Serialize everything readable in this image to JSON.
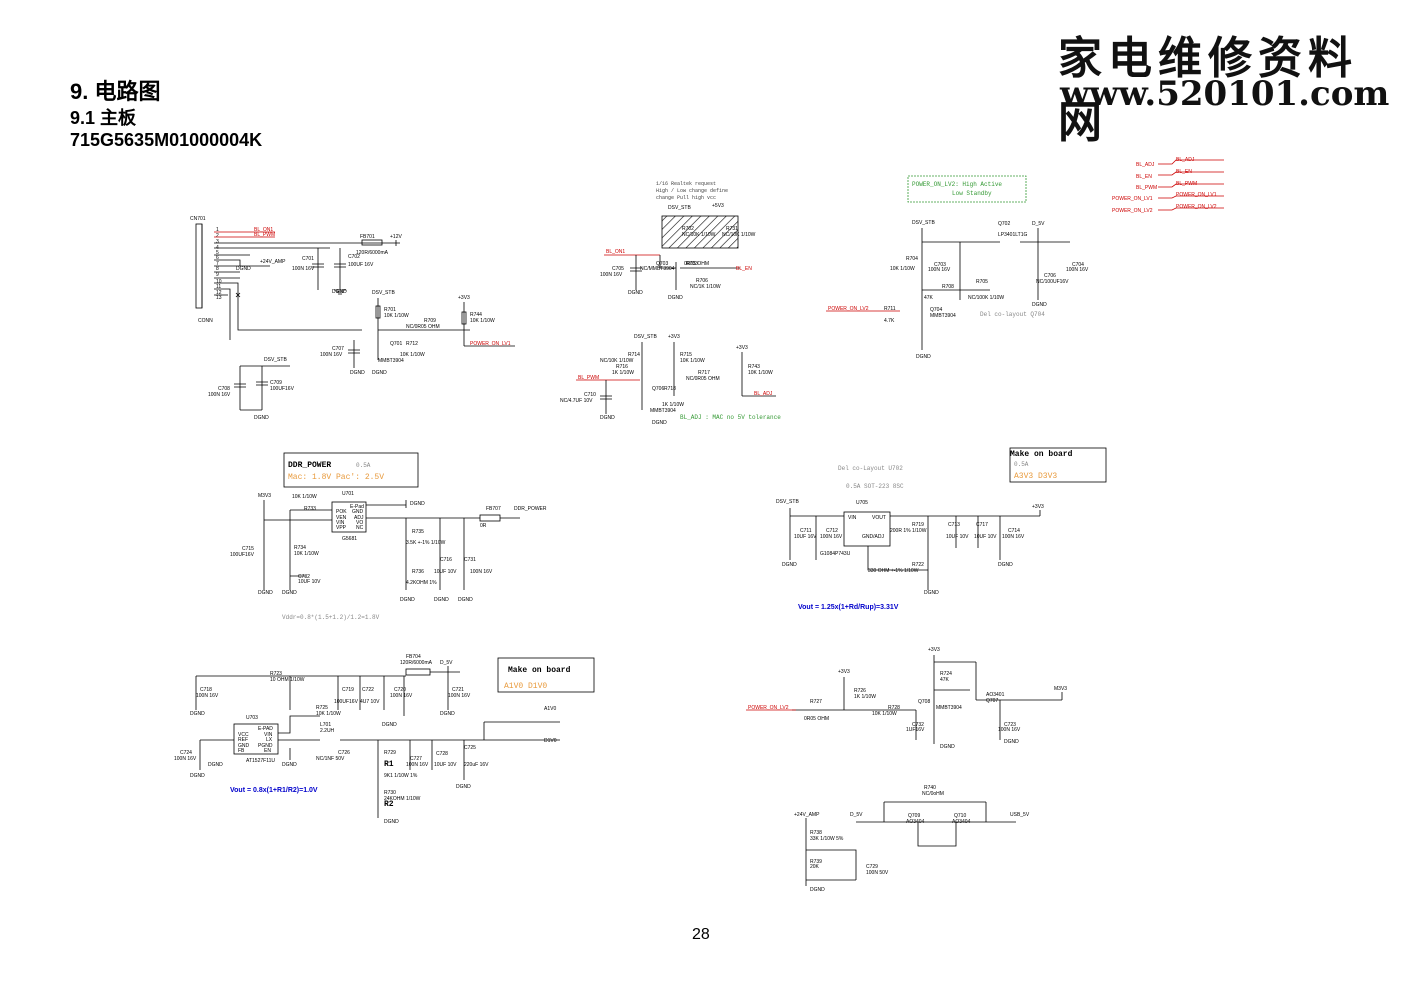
{
  "header": {
    "section": "9.  电路图",
    "subsection": "9.1  主板",
    "board_id": "715G5635M01000004K"
  },
  "watermark": {
    "chinese": "家电维修资料网",
    "url": "www.520101.com"
  },
  "page_number": "28",
  "connector": {
    "ref": "CN701",
    "type": "CONN",
    "pins": [
      "1",
      "2",
      "3",
      "4",
      "5",
      "6",
      "7",
      "8",
      "9",
      "10",
      "11",
      "12",
      "13"
    ],
    "bl_on": "BL_ON1",
    "bl_pwm": "BL_PWM"
  },
  "power_input": {
    "fb": "FB701",
    "fb_val": "120R/6000mA",
    "rail": "+12V",
    "amp": "+24V_AMP",
    "c701": "C701",
    "c701_val": "100N 16V",
    "c702": "C702",
    "c702_val": "100UF 16V",
    "gnd": "DGND"
  },
  "bl_on_ctrl": {
    "dsv": "DSV_STB",
    "r701": "R701",
    "r701_val": "10K 1/10W",
    "r709": "R709",
    "r709_val": "NC/0R05 OHM",
    "r744": "R744",
    "r744_val": "10K 1/10W",
    "v3": "+3V3",
    "c707": "C707",
    "c707_val": "100N 16V",
    "q701": "Q701",
    "q701_val": "MMBT3904",
    "r712": "R712",
    "r712_val": "10K 1/10W",
    "out": "POWER_ON_LV1"
  },
  "stb_caps": {
    "dsv": "DSV_STB",
    "c708": "C708",
    "c708_val": "100N 16V",
    "c709": "C709",
    "c709_val": "100UF16V"
  },
  "bl_en_ctrl": {
    "note1": "1/16 Realtek request",
    "note2": "High / Low change define",
    "note3": "change Pull high vcc",
    "dsv": "DSV_STB",
    "v5": "+5V3",
    "r702": "R702",
    "r702_val": "NC/10K 1/10W",
    "r731": "R731",
    "r731_val": "NC/10K 1/10W",
    "in": "BL_ON1",
    "c705": "C705",
    "c705_val": "100N 16V",
    "q703": "Q703",
    "q703_val": "NC/MMBT3904",
    "r703": "R703",
    "r703_val": "0R05 OHM",
    "r706": "R706",
    "r706_val": "NC/1K 1/10W",
    "out": "BL_EN"
  },
  "bl_adj_ctrl": {
    "dsv": "DSV_STB",
    "v3a": "+3V3",
    "v3b": "+3V3",
    "r714": "R714",
    "r714_val": "NC/10K 1/10W",
    "r715": "R715",
    "r715_val": "10K 1/10W",
    "r716": "R716",
    "r716_val": "1K 1/10W",
    "r717": "R717",
    "r717_val": "NC/0R05 OHM",
    "r743": "R743",
    "r743_val": "10K 1/10W",
    "in": "BL_PWM",
    "c710": "C710",
    "c710_val": "NC/4.7UF 10V",
    "q706": "Q706",
    "r718": "R718",
    "r718_val": "1K 1/10W",
    "q_val": "MMBT3904",
    "out": "BL_ADJ",
    "note": "BL_ADJ : MAC no 5V tolerance"
  },
  "lv2_box": {
    "line1": "POWER_ON_LV2: High   Active",
    "line2": "Low    Standby"
  },
  "lv2_ctrl": {
    "dsv": "DSV_STB",
    "q702": "Q702",
    "q702_val": "LP3401LT1G",
    "d5v": "D_5V",
    "r704": "R704",
    "r704_val": "10K 1/10W",
    "c703": "C703",
    "c703_val": "100N 16V",
    "c704": "C704",
    "c704_val": "100N 16V",
    "c706": "C706",
    "c706_val": "NC/100UF16V",
    "r705": "R705",
    "r705_val": "NC/100K 1/10W",
    "r708": "R708",
    "r708_val": "47K",
    "r711": "R711",
    "r711_val": "4.7K",
    "q704": "Q704",
    "q704_val": "MMBT3904",
    "in": "POWER_ON_LV2",
    "note": "Del co-layout Q704"
  },
  "net_table": {
    "left": [
      "BL_ADJ",
      "BL_EN",
      "BL_PWM",
      "POWER_ON_LV1",
      "POWER_ON_LV2"
    ],
    "right": [
      "BL_ADJ",
      "BL_EN",
      "BL_PWM",
      "POWER_ON_LV1",
      "POWER_ON_LV2"
    ]
  },
  "ddr_box": {
    "title": "DDR_POWER",
    "current": "0.5A",
    "spec": "Mac: 1.8V  Pac': 2.5V"
  },
  "ddr_power": {
    "m3v3": "M3V3",
    "u701": "U701",
    "u701_val": "G5681",
    "r733": "R733",
    "r733_val": "10K 1/10W",
    "pins": [
      "POK",
      "VEN",
      "VIN",
      "VPP"
    ],
    "pins_r": [
      "E-Pad",
      "GND",
      "ADJ",
      "VO",
      "NC"
    ],
    "r734": "R734",
    "r734_val": "10K 1/10W",
    "c715": "C715",
    "c715_val": "100UF16V",
    "c732": "C732",
    "c732_val": "10UF 10V",
    "r735": "R735",
    "r735_val": "3.5K +-1% 1/10W",
    "r736": "R736",
    "r736_val": "4.2KOHM 1%",
    "c716": "C716",
    "c716_val": "10UF 10V",
    "c731": "C731",
    "c731_val": "100N 16V",
    "fb707": "FB707",
    "fb707_val": "0R",
    "out": "DDR_POWER",
    "formula": "Vddr=0.8*(1.5+1.2)/1.2=1.8V"
  },
  "make_box_a3v3": {
    "title": "Make on board",
    "current": "0.5A",
    "rails": "A3V3    D3V3"
  },
  "ldo_3v3": {
    "note1": "Del co-Layout U702",
    "note2": "0.5A SOT-223 8SC",
    "dsv": "DSV_STB",
    "u705": "U705",
    "u705_val": "G1084P743U",
    "vin": "VIN",
    "vout": "VOUT",
    "adj": "GND/ADJ",
    "c711": "C711",
    "c711_val": "10UF 16V",
    "c712": "C712",
    "c712_val": "100N 16V",
    "r719": "R719",
    "r719_val": "200R 1% 1/10W",
    "r722": "R722",
    "r722_val": "330 OHM +-1% 1/10W",
    "c713": "C713",
    "c713_val": "10UF 10V",
    "c717": "C717",
    "c717_val": "10UF 10V",
    "c714": "C714",
    "c714_val": "100N 16V",
    "rail": "+3V3",
    "formula": "Vout = 1.25x(1+Rd/Rup)=3.31V"
  },
  "make_box_a1v0": {
    "title": "Make on board",
    "rails": "A1V0    D1V0"
  },
  "buck_1v0": {
    "r723": "R723",
    "r723_val": "10 OHM 1/10W",
    "c718": "C718",
    "c718_val": "100N 16V",
    "c719": "C719",
    "c719_val": "100UF16V",
    "c722": "C722",
    "c722_val": "4U7 10V",
    "c720": "C720",
    "c720_val": "100N 16V",
    "c721": "C721",
    "c721_val": "100N 16V",
    "fb704": "FB704",
    "fb704_val": "120R/6000mA",
    "d5v": "D_5V",
    "u703": "U703",
    "u703_val": "AT1527F11U",
    "pins": [
      "VCC",
      "REF",
      "GND",
      "FB"
    ],
    "pins_r": [
      "E-PAD",
      "VIN",
      "LX",
      "PGND",
      "EN"
    ],
    "r725": "R725",
    "r725_val": "10K 1/10W",
    "l701": "L701",
    "l701_val": "2.2UH",
    "c724": "C724",
    "c724_val": "100N 16V",
    "c726": "C726",
    "c726_val": "NC/1NF 50V",
    "r729": "R729",
    "r729_val": "9K1 1/10W 1%",
    "r1": "R1",
    "r2": "R2",
    "c727": "C727",
    "c727_val": "100N 16V",
    "c728": "C728",
    "c728_val": "10UF 10V",
    "c725": "C725",
    "c725_val": "220uF 16V",
    "r730": "R730",
    "r730_val": "24KOHM 1/10W",
    "a1v0": "A1V0",
    "d1v0": "D1V0",
    "formula": "Vout = 0.8x(1+R1/R2)=1.0V"
  },
  "m3v3_switch": {
    "v3": "+3V3",
    "v3b": "+3V3",
    "r724": "R724",
    "r724_val": "47K",
    "r726": "R726",
    "r726_val": "1K 1/10W",
    "r727": "R727",
    "r727_val": "0R05 OHM",
    "r728": "R728",
    "r728_val": "10K 1/10W",
    "q708": "Q708",
    "q708_val": "MMBT3904",
    "q707": "Q707",
    "q707_val": "AO3401",
    "c732": "C732",
    "c732_val": "1UF16V",
    "c723": "C723",
    "c723_val": "100N 16V",
    "in": "POWER_ON_LV2",
    "out": "M3V3"
  },
  "usb_switch": {
    "r740": "R740",
    "r740_val": "NC/0oHM",
    "amp": "+24V_AMP",
    "d5v": "D_5V",
    "q709": "Q709",
    "q709_val": "AO3404",
    "q710": "Q710",
    "q710_val": "AO3404",
    "out": "USB_5V",
    "r738": "R738",
    "r738_val": "33K 1/10W 5%",
    "r739": "R739",
    "r739_val": "20K",
    "c729": "C729",
    "c729_val": "100N 50V"
  },
  "gnd_label": "DGND"
}
